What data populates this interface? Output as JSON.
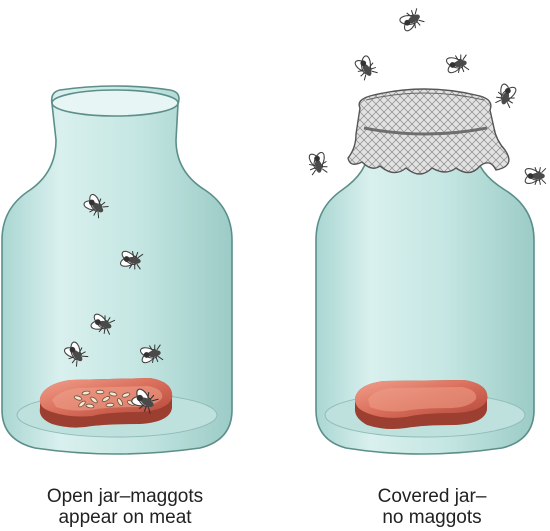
{
  "captions": {
    "open_line1": "Open jar–maggots",
    "open_line2": "appear on meat",
    "covered_line1": "Covered jar–",
    "covered_line2": "no maggots"
  },
  "colors": {
    "glass_fill": "#c9e8e4",
    "glass_stroke": "#5c8e8a",
    "meat_top": "#e07f6b",
    "meat_side": "#9c3f31",
    "gauze": "#d6d6d6",
    "band": "#777777",
    "fly_body": "#4a4a4a"
  },
  "icons": [
    "fly-icon",
    "maggot-icon",
    "gauze-cover-icon",
    "rubber-band-icon",
    "meat-icon",
    "jar-icon"
  ]
}
